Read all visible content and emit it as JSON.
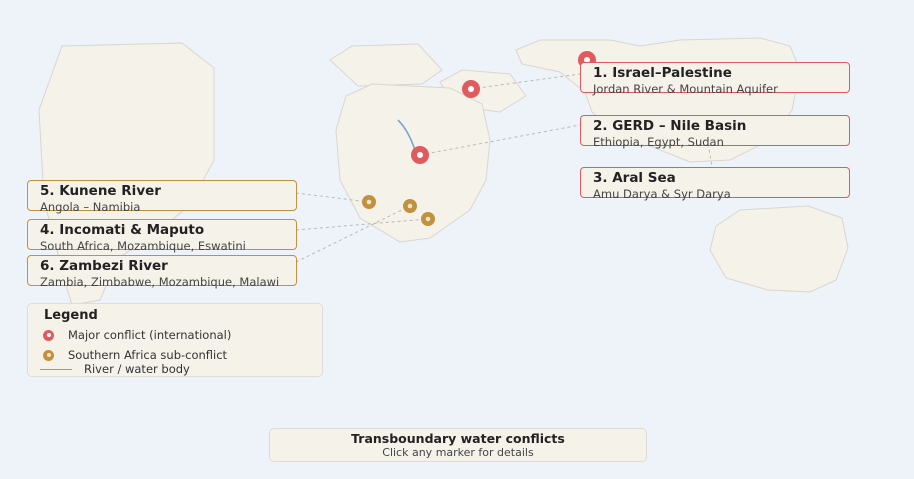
{
  "conflicts": [
    {
      "number_title": "1. Israel–Palestine",
      "detail": "Jordan River & Mountain Aquifer",
      "severity": "major"
    },
    {
      "number_title": "2. GERD – Nile Basin",
      "detail": "Ethiopia, Egypt, Sudan",
      "severity": "major"
    },
    {
      "number_title": "3. Aral Sea",
      "detail": "Amu Darya & Syr Darya",
      "severity": "major"
    },
    {
      "number_title": "4. Incomati & Maputo",
      "detail": "South Africa, Mozambique, Eswatini",
      "severity": "sub"
    },
    {
      "number_title": "5. Kunene River",
      "detail": "Angola – Namibia",
      "severity": "sub"
    },
    {
      "number_title": "6. Zambezi River",
      "detail": "Zambia, Zimbabwe, Mozambique, Malawi",
      "severity": "sub"
    }
  ],
  "legend": {
    "title": "Legend",
    "items": [
      {
        "label": "Major conflict (international)",
        "symbol": "major-marker"
      },
      {
        "label": "Southern Africa sub-conflict",
        "symbol": "sub-marker"
      },
      {
        "label": "River / water body",
        "symbol": "river-line"
      }
    ]
  },
  "info": {
    "title": "Transboundary water conflicts",
    "hint": "Click any marker for details"
  },
  "colors": {
    "water": "#edf3f9",
    "land": "#f5f2ea",
    "major": "#e05a5e",
    "sub": "#c2913f",
    "river": "#7aa3d3"
  }
}
